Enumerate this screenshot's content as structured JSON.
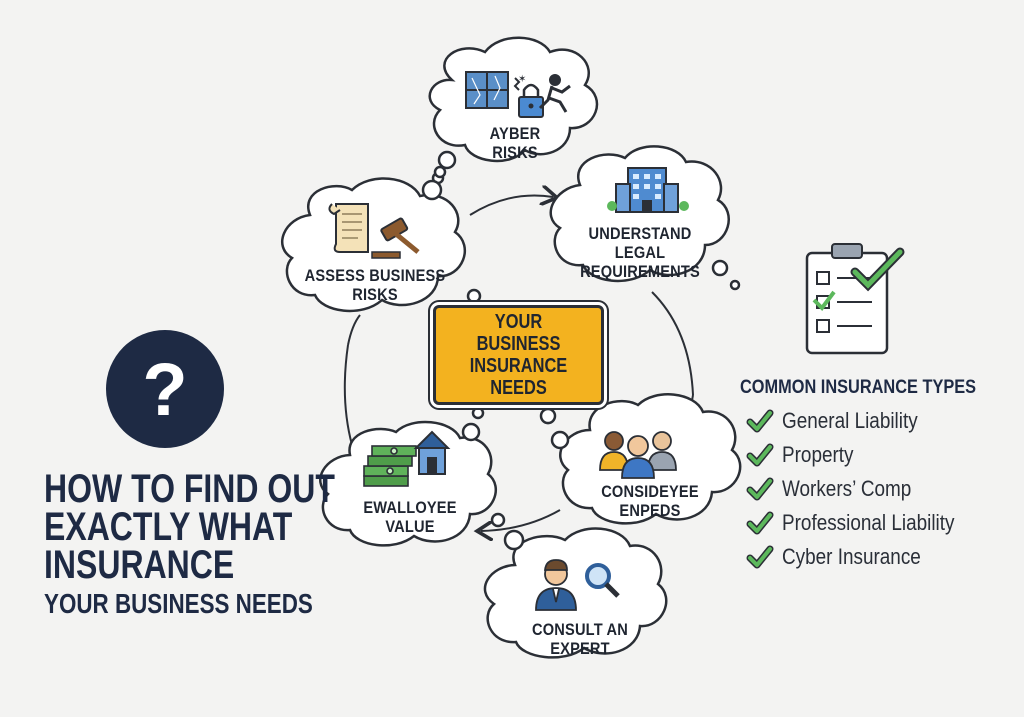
{
  "title": {
    "line1": "HOW TO FIND OUT",
    "line2": "EXACTLY WHAT",
    "line3": "INSURANCE",
    "line4": "YOUR BUSINESS NEEDS"
  },
  "question_mark": "?",
  "center": {
    "line1": "YOUR BUSINESS",
    "line2": "INSURANCE",
    "line3": "NEEDS"
  },
  "steps": [
    {
      "id": "cyber",
      "line1": "AYBER",
      "line2": "RISKS",
      "icons": [
        "window-icon",
        "padlock-icon",
        "intruder-icon"
      ]
    },
    {
      "id": "legal",
      "line1": "UNDERSTAND LEGAL",
      "line2": "REQUIREMENTS",
      "icons": [
        "office-building-icon"
      ]
    },
    {
      "id": "assess",
      "line1": "ASSESS BUSINESS",
      "line2": "RISKS",
      "icons": [
        "scroll-icon",
        "gavel-icon"
      ]
    },
    {
      "id": "employee",
      "line1": "CONSIDEYEE",
      "line2": "ENPEDS",
      "icons": [
        "people-group-icon"
      ]
    },
    {
      "id": "value",
      "line1": "EWALLOYEE",
      "line2": "VALUE",
      "icons": [
        "money-stack-icon",
        "house-icon"
      ]
    },
    {
      "id": "expert",
      "line1": "CONSULT AN",
      "line2": "EXPERT",
      "icons": [
        "advisor-icon",
        "magnifier-icon"
      ]
    }
  ],
  "types": {
    "title": "COMMON INSURANCE TYPES",
    "items": [
      "General Liability",
      "Property",
      "Workers’ Comp",
      "Professional Liability",
      "Cyber Insurance"
    ]
  },
  "colors": {
    "center_fill": "#f3b21f",
    "navy": "#1e2a44",
    "check_green": "#5cb85c",
    "outline": "#2b2f36",
    "bubble_fill": "#ffffff"
  }
}
